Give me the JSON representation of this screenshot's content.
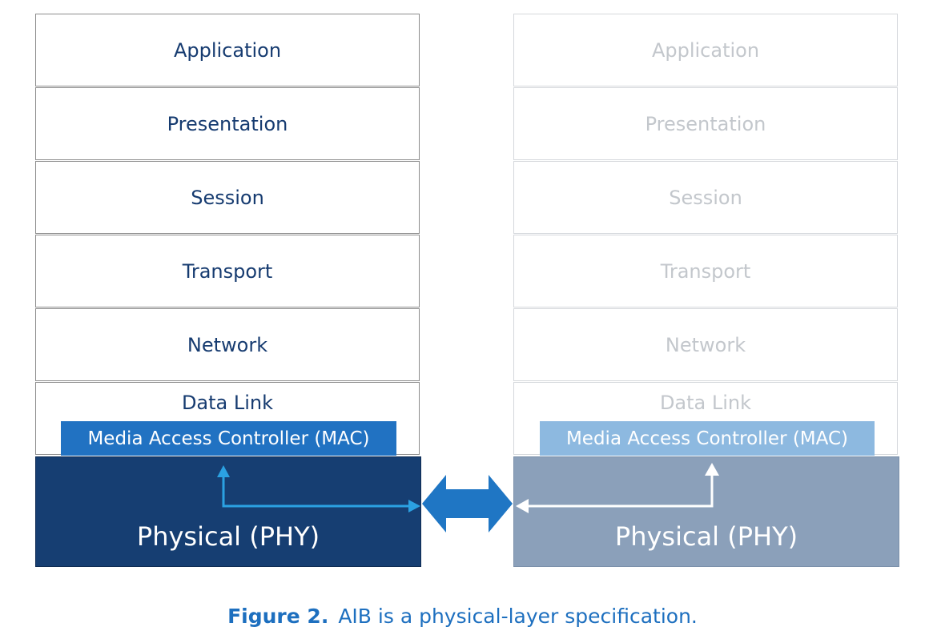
{
  "left_stack": {
    "layers": [
      {
        "label": "Application"
      },
      {
        "label": "Presentation"
      },
      {
        "label": "Session"
      },
      {
        "label": "Transport"
      },
      {
        "label": "Network"
      },
      {
        "label": "Data Link"
      }
    ],
    "mac_label": "Media Access Controller (MAC)",
    "phy_label": "Physical (PHY)"
  },
  "right_stack": {
    "layers": [
      {
        "label": "Application"
      },
      {
        "label": "Presentation"
      },
      {
        "label": "Session"
      },
      {
        "label": "Transport"
      },
      {
        "label": "Network"
      },
      {
        "label": "Data Link"
      }
    ],
    "mac_label": "Media Access Controller (MAC)",
    "phy_label": "Physical (PHY)"
  },
  "caption": {
    "figure_number": "Figure 2.",
    "text": "AIB is a physical-layer specification."
  },
  "colors": {
    "text_dark_blue": "#163b70",
    "text_faded": "#c3c7cc",
    "phy_left": "#163e72",
    "phy_right": "#8ba0ba",
    "mac_left": "#2172c2",
    "mac_right": "#8db9e0",
    "link_arrow": "#1f76c4",
    "caption": "#1d6fbf"
  }
}
